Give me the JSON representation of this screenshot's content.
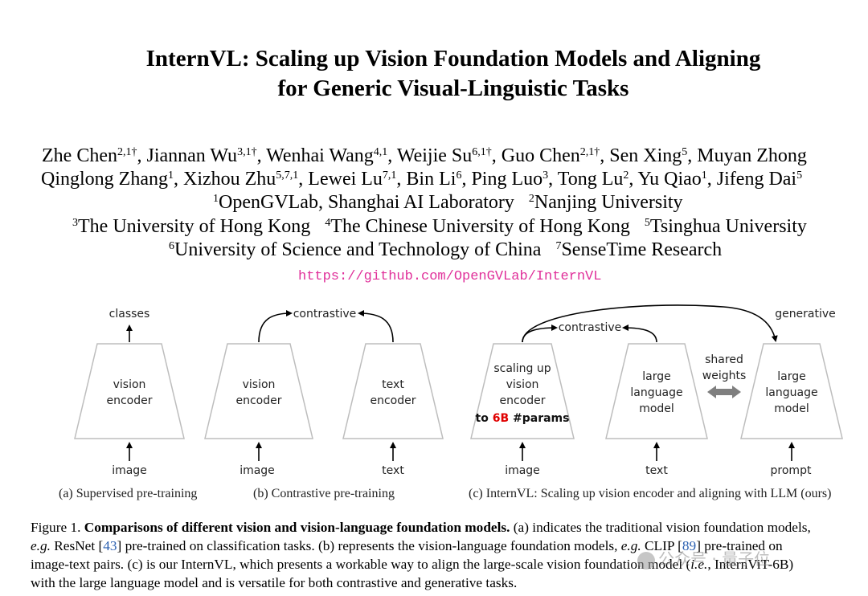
{
  "paper": {
    "title_line1": "InternVL: Scaling up Vision Foundation Models and Aligning",
    "title_line2": "for Generic Visual-Linguistic Tasks",
    "authors_line1": [
      {
        "name": "Zhe Chen",
        "sup": "2,1†"
      },
      {
        "sep": ", "
      },
      {
        "name": "Jiannan Wu",
        "sup": "3,1†"
      },
      {
        "sep": ", "
      },
      {
        "name": "Wenhai Wang",
        "sup": "4,1"
      },
      {
        "sep": ", "
      },
      {
        "name": "Weijie Su",
        "sup": "6,1†"
      },
      {
        "sep": ", "
      },
      {
        "name": "Guo Chen",
        "sup": "2,1†"
      },
      {
        "sep": ", "
      },
      {
        "name": "Sen Xing",
        "sup": "5"
      },
      {
        "sep": ", "
      },
      {
        "name": "Muyan Zhong",
        "sup": ""
      }
    ],
    "authors_line2": [
      {
        "name": "Qinglong Zhang",
        "sup": "1"
      },
      {
        "sep": ", "
      },
      {
        "name": "Xizhou Zhu",
        "sup": "5,7,1"
      },
      {
        "sep": ", "
      },
      {
        "name": "Lewei Lu",
        "sup": "7,1"
      },
      {
        "sep": ", "
      },
      {
        "name": "Bin Li",
        "sup": "6"
      },
      {
        "sep": ", "
      },
      {
        "name": "Ping Luo",
        "sup": "3"
      },
      {
        "sep": ", "
      },
      {
        "name": "Tong Lu",
        "sup": "2"
      },
      {
        "sep": ", "
      },
      {
        "name": "Yu Qiao",
        "sup": "1"
      },
      {
        "sep": ", "
      },
      {
        "name": "Jifeng Dai",
        "sup": "5"
      }
    ],
    "aff_line1": [
      {
        "sup": "1",
        "name": "OpenGVLab, Shanghai AI Laboratory"
      },
      {
        "sup": "2",
        "name": "Nanjing University"
      }
    ],
    "aff_line2": [
      {
        "sup": "3",
        "name": "The University of Hong Kong"
      },
      {
        "sup": "4",
        "name": "The Chinese University of Hong Kong"
      },
      {
        "sup": "5",
        "name": "Tsinghua University"
      }
    ],
    "aff_line3": [
      {
        "sup": "6",
        "name": "University of Science and Technology of China"
      },
      {
        "sup": "7",
        "name": "SenseTime Research"
      }
    ],
    "url": "https://github.com/OpenGVLab/InternVL"
  },
  "figure": {
    "panel_a": {
      "top_label": "classes",
      "encoder_line1": "vision",
      "encoder_line2": "encoder",
      "bottom_label": "image",
      "caption": "(a) Supervised pre-training"
    },
    "panel_b": {
      "top_label": "contrastive",
      "enc1_line1": "vision",
      "enc1_line2": "encoder",
      "bottom1": "image",
      "enc2_line1": "text",
      "enc2_line2": "encoder",
      "bottom2": "text",
      "caption": "(b) Contrastive pre-training"
    },
    "panel_c": {
      "top_left_label": "contrastive",
      "top_right_label": "generative",
      "enc1_line1": "scaling up",
      "enc1_line2": "vision",
      "enc1_line3": "encoder",
      "enc1_params_prefix": "to ",
      "enc1_params_value": "6B",
      "enc1_params_suffix": " #params",
      "enc2_line1": "large",
      "enc2_line2": "language",
      "enc2_line3": "model",
      "enc3_line1": "large",
      "enc3_line2": "language",
      "enc3_line3": "model",
      "shared_line1": "shared",
      "shared_line2": "weights",
      "bottom1": "image",
      "bottom2": "text",
      "bottom3": "prompt",
      "caption": "(c) InternVL: Scaling up vision encoder and aligning with LLM (ours)"
    },
    "colors": {
      "box_stroke": "#bdbdbd",
      "arrow_shared": "#7f7f7f",
      "params_red": "#e00000"
    }
  },
  "caption": {
    "label": "Figure 1. ",
    "bold": "Comparisons of different vision and vision-language foundation models.",
    "l1_rest": " (a) indicates the traditional vision foundation models,",
    "l2_eg": "e.g.",
    "l2_a": " ResNet [",
    "l2_ref1": "43",
    "l2_b": "] pre-trained on classification tasks. (b) represents the vision-language foundation models, ",
    "l2_eg2": "e.g.",
    "l2_c": " CLIP [",
    "l2_ref2": "89",
    "l2_d": "] pre-trained on",
    "l3_a": "image-text pairs. (c) is our InternVL, which presents a workable way to align the large-scale vision foundation model (",
    "l3_ie": "i.e.",
    "l3_b": ", InternViT-6B)",
    "l4": "with the large language model and is versatile for both contrastive and generative tasks."
  },
  "watermark": {
    "text": "公众号 · 量子位"
  }
}
